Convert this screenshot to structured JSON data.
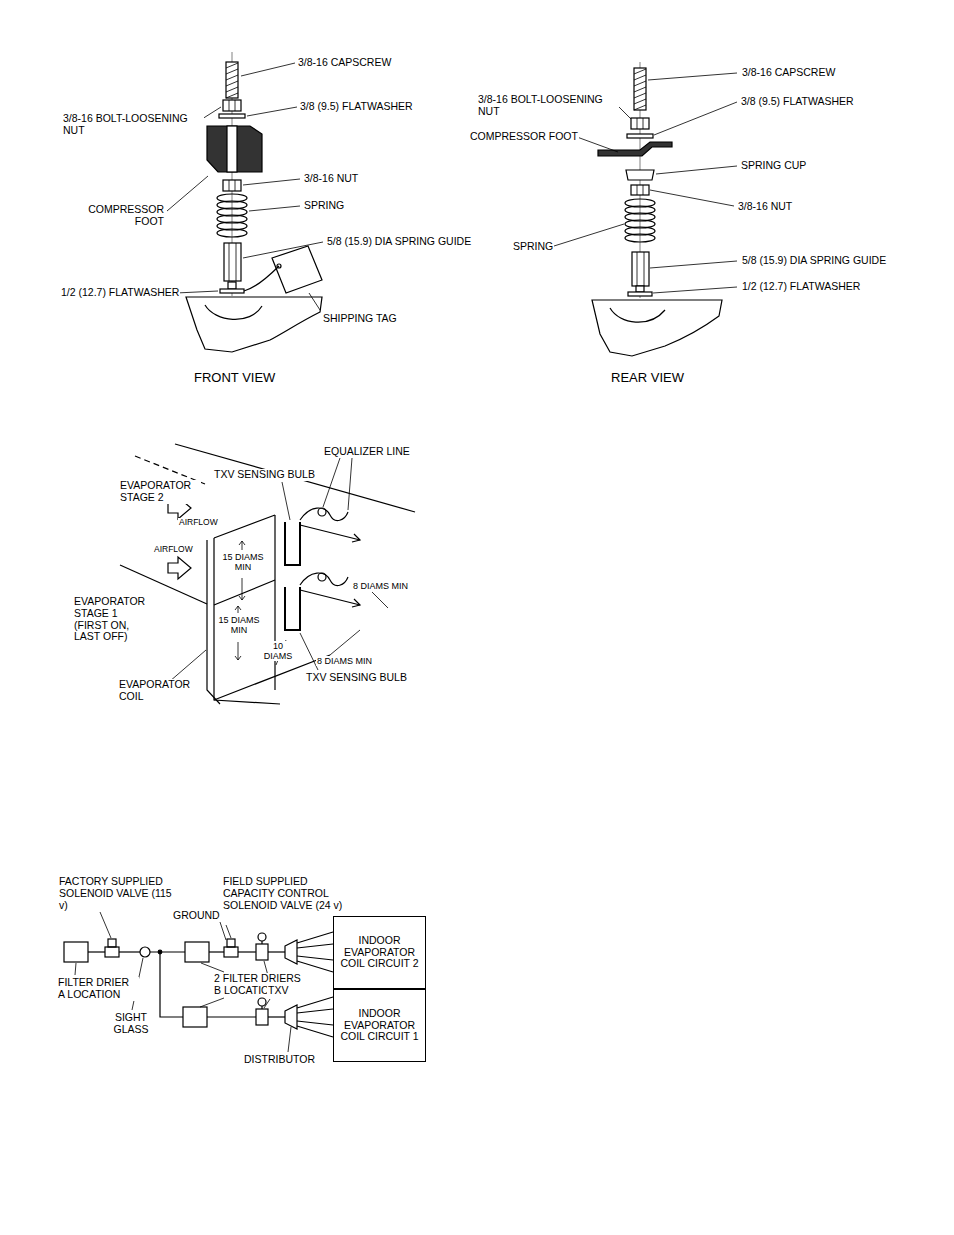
{
  "diagram": {
    "nodes": [
      {
        "text": [
          "INDOOR EVAPORATOR COIL CIRCUIT 2"
        ]
      },
      {
        "text": [
          "INDOOR EVAPORATOR COIL CIRCUIT 1"
        ]
      }
    ],
    "labels": [
      "3/8-16 CAPSCREW",
      "3/8-16 BOLT-LOOSENING NUT",
      "3/8 (9.5) FLATWASHER",
      "COMPRESSOR FOOT",
      "3/8-16 NUT",
      "SPRING",
      "5/8 (15.9) DIA SPRING GUIDE",
      "1/2 (12.7) FLATWASHER",
      "SHIPPING TAG",
      "FRONT VIEW",
      "3/8-16 CAPSCREW",
      "3/8-16 BOLT-LOOSENING NUT",
      "3/8 (9.5) FLATWASHER",
      "COMPRESSOR FOOT",
      "SPRING CUP",
      "3/8-16 NUT",
      "SPRING",
      "5/8 (15.9) DIA SPRING GUIDE",
      "1/2 (12.7) FLATWASHER",
      "REAR VIEW",
      "EQUALIZER LINE",
      "TXV SENSING BULB",
      "EVAPORATOR STAGE 2",
      "AIRFLOW",
      "AIRFLOW",
      "15 DIAMS MIN",
      "8 DIAMS MIN",
      "EVAPORATOR STAGE 1 (FIRST ON, LAST OFF)",
      "15 DIAMS MIN",
      "10 DIAMS",
      "8 DIAMS MIN",
      "EVAPORATOR COIL",
      "TXV SENSING BULB",
      "FACTORY SUPPLIED SOLENOID VALVE (115 v)",
      "FIELD SUPPLIED CAPACITY CONTROL SOLENOID VALVE (24 v)",
      "GROUND",
      "FILTER DRIER A LOCATION",
      "2 FILTER DRIERS B LOCATIONS",
      "TXV",
      "SIGHT GLASS",
      "DISTRIBUTOR"
    ]
  }
}
